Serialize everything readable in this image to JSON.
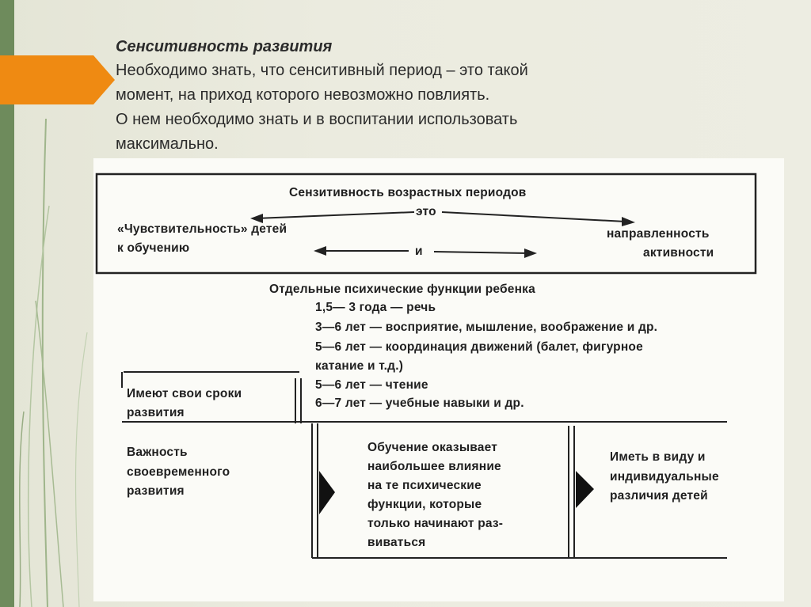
{
  "slide": {
    "title": "Сенситивность развития",
    "lines": [
      "Необходимо знать, что сенситивный период – это такой",
      "момент, на приход которого невозможно повлиять.",
      "О нем необходимо знать и в воспитании использовать",
      "максимально."
    ]
  },
  "diagram": {
    "top_box": {
      "title": "Сензитивность возрастных периодов",
      "eto": "это",
      "left_line1": "«Чувствительность» детей",
      "left_line2": "к обучению",
      "and": "и",
      "right_line1": "направленность",
      "right_line2": "активности"
    },
    "functions": {
      "header": "Отдельные психические функции ребенка",
      "items": [
        "1,5— 3 года — речь",
        "3—6 лет — восприятие, мышление, воображение и др.",
        "5—6 лет — координация движений (балет, фигурное",
        "катание и т.д.)",
        "5—6 лет — чтение",
        "6—7 лет — учебные навыки и др."
      ]
    },
    "left_top": [
      "Имеют свои сроки",
      "развития"
    ],
    "left_bottom": [
      "Важность",
      "своевременного",
      "развития"
    ],
    "middle": [
      "Обучение оказывает",
      "наибольшее влияние",
      "на те психические",
      "функции, которые",
      "только начинают раз-",
      "виваться"
    ],
    "right": [
      "Иметь в виду и",
      "индивидуальные",
      "различия детей"
    ]
  },
  "colors": {
    "accent": "#ef8a12",
    "sidebar": "#6e8b5c"
  }
}
